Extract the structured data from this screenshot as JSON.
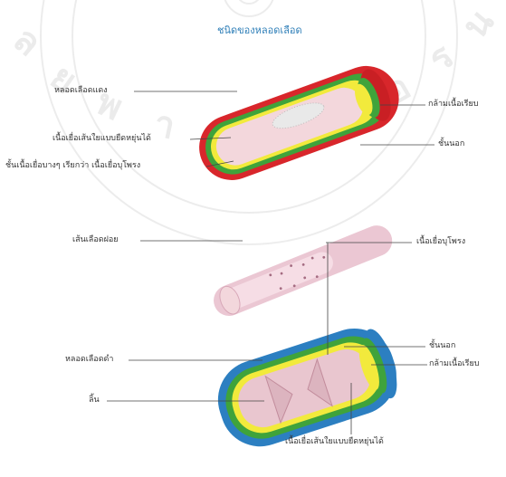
{
  "title": "ชนิดของหลอดเลือด",
  "watermark_seal": "logo-seal",
  "labels": {
    "artery": "หลอดเลือดแดง",
    "elastic_tissue_top": "เนื้อเยื่อเส้นใยแบบยืดหยุ่นได้",
    "endothelium_top": "ชั้นเนื้อเยื่อบางๆ เรียกว่า เนื้อเยื่อบุโพรง",
    "smooth_muscle_top": "กล้ามเนื้อเรียบ",
    "outer_layer_top": "ชั้นนอก",
    "capillary": "เส้นเลือดฝอย",
    "endothelium_mid": "เนื้อเยื่อบุโพรง",
    "vein": "หลอดเลือดดำ",
    "outer_layer_bottom": "ชั้นนอก",
    "smooth_muscle_bottom": "กล้ามเนื้อเรียบ",
    "valve": "ลิ้น",
    "elastic_tissue_bottom": "เนื้อเยื่อเส้นใยแบบยืดหยุ่นได้"
  },
  "colors": {
    "artery_outer": "#d8262b",
    "muscle_green": "#3fa33b",
    "elastic_yellow": "#f2ea3c",
    "lumen_pink": "#f3d7dc",
    "vein_blue": "#2c7fc1",
    "title_blue": "#2f7fb8"
  }
}
